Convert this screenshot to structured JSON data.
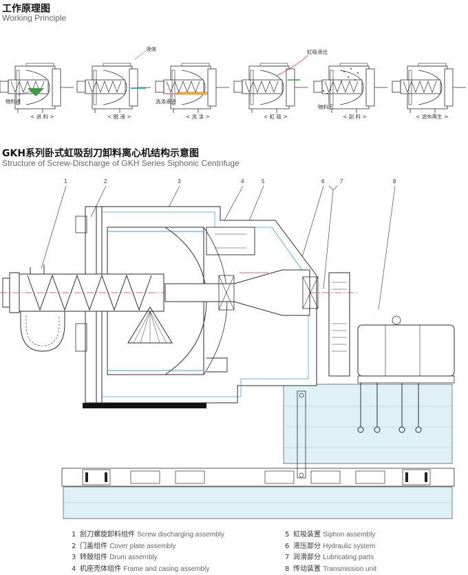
{
  "section1": {
    "title_cn": "工作原理图",
    "title_en": "Working Principle"
  },
  "section2": {
    "title_cn": "GKH系列卧式虹吸刮刀卸料离心机结构示意图",
    "title_en": "Structure of Screw-Discharge of GKH Series Siphonic Centrifuge"
  },
  "steps": [
    {
      "label": "< 进 料 >",
      "callouts": [
        "物料进"
      ]
    },
    {
      "label": "< 脱 液 >",
      "callouts": [
        "液体"
      ]
    },
    {
      "label": "< 洗 涤 >",
      "callouts": [
        "洗涤液进"
      ]
    },
    {
      "label": "< 虹 吸 >",
      "callouts": [
        "虹吸液出"
      ]
    },
    {
      "label": "< 刮 料 >",
      "callouts": [
        "物料出"
      ]
    },
    {
      "label": "< 滤布再生 >",
      "callouts": []
    }
  ],
  "part_numbers": [
    "1",
    "2",
    "3",
    "4",
    "5",
    "6",
    "7",
    "8"
  ],
  "legend": [
    {
      "num": "1",
      "cn": "刮刀螺旋卸料组件",
      "en": "Screw discharging assembly"
    },
    {
      "num": "2",
      "cn": "门盖组件",
      "en": "Cover plate assembly"
    },
    {
      "num": "3",
      "cn": "转鼓组件",
      "en": "Drum assembly"
    },
    {
      "num": "4",
      "cn": "机座壳体组件",
      "en": "Frame and casing assembly"
    },
    {
      "num": "5",
      "cn": "虹吸装置",
      "en": "Siphon assembly"
    },
    {
      "num": "6",
      "cn": "液压部分",
      "en": "Hydraulic system"
    },
    {
      "num": "7",
      "cn": "润滑部分",
      "en": "Lubricating parts"
    },
    {
      "num": "8",
      "cn": "传动装置",
      "en": "Transmission unit"
    }
  ],
  "colors": {
    "line": "#2a2a2a",
    "cyan": "#3aa7c9",
    "red": "#e0303a",
    "green": "#3d9a45",
    "yellow": "#e8c830",
    "ground": "#dff0f7"
  }
}
